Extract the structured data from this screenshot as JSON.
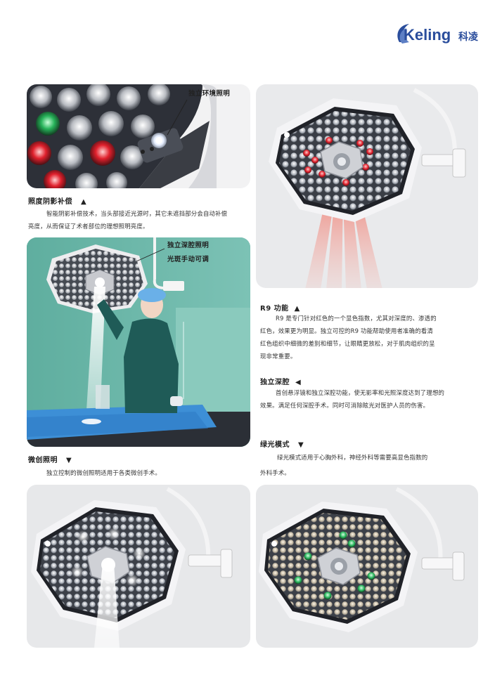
{
  "brand": {
    "name": "Keling",
    "cn": "科凌",
    "color": "#2a4d9c"
  },
  "top_left_image": {
    "callout": "独立环境照明"
  },
  "section_shadow": {
    "title": "照度阴影补偿",
    "marker": "▲",
    "body_1": "智能阴影补偿技术，当头部接近光源时，其它未遮挡部分会自动补偿",
    "body_2": "亮度，从而保证了术者部位的理想照明亮度。"
  },
  "nurse_image": {
    "callout_1": "独立深腔照明",
    "callout_2": "光斑手动可调"
  },
  "section_r9": {
    "title": "R9  功能",
    "marker": "▲",
    "lines": [
      "R9 是专门针对红色的一个显色指数，尤其对深度的、渗透的",
      "红色，效果更为明显。独立可控的R9 功能帮助使用者准确的看清",
      "红色组织中细微的差别和细节，让眼睛更放松，对于肌肉组织的呈",
      "现非常重要。"
    ]
  },
  "section_deep": {
    "title": "独立深腔",
    "marker": "◀",
    "lines": [
      "首创悬浮镜和独立深腔功能，使无影率和光照深度达到了理想的",
      "效果。满足任何深腔手术。同时可消除眩光对医护人员的伤害。"
    ]
  },
  "section_green": {
    "title": "绿光模式",
    "marker": "▼",
    "lines": [
      "绿光模式适用于心胸外科，神经外科等需要高显色指数的",
      "外科手术。"
    ]
  },
  "section_mini": {
    "title": "微创照明",
    "marker": "▼",
    "body": "独立控制的微创照明适用于各类微创手术。"
  },
  "colors": {
    "red_led": "#e0202c",
    "green_led": "#27b35a",
    "wall": "#6fb8ab"
  }
}
